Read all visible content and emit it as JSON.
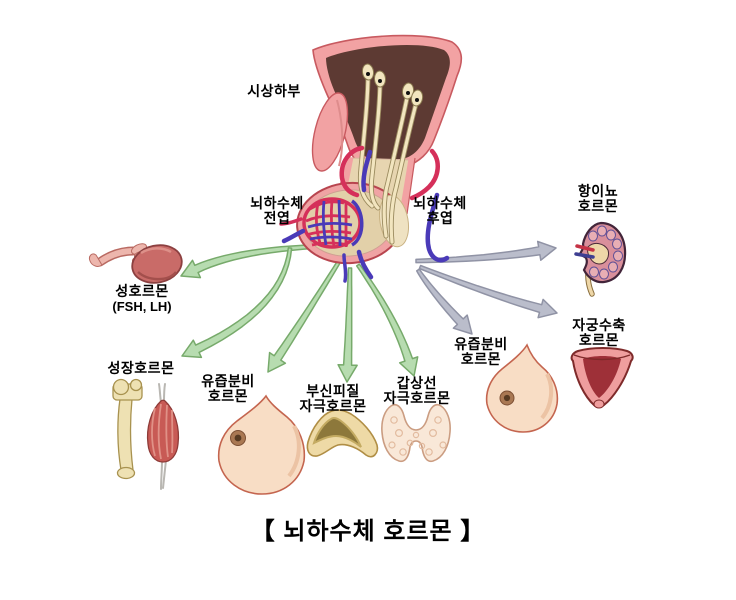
{
  "title": "【 뇌하수체 호르몬 】",
  "anatomy": {
    "hypothalamus": "시상하부",
    "anterior_pituitary": {
      "line1": "뇌하수체",
      "line2": "전엽"
    },
    "posterior_pituitary": {
      "line1": "뇌하수체",
      "line2": "후엽"
    }
  },
  "anterior_hormones": [
    {
      "name_line1": "성호르몬",
      "name_line2": "(FSH, LH)",
      "target_organ": "ovary"
    },
    {
      "name_line1": "성장호르몬",
      "name_line2": "",
      "target_organ": "bone-and-muscle"
    },
    {
      "name_line1": "유즙분비",
      "name_line2": "호르몬",
      "target_organ": "breast"
    },
    {
      "name_line1": "부신피질",
      "name_line2": "자극호르몬",
      "target_organ": "adrenal-gland"
    },
    {
      "name_line1": "갑상선",
      "name_line2": "자극호르몬",
      "target_organ": "thyroid-gland"
    }
  ],
  "posterior_hormones": [
    {
      "name_line1": "유즙분비",
      "name_line2": "호르몬",
      "target_organ": "breast"
    },
    {
      "name_line1": "항이뇨",
      "name_line2": "호르몬",
      "target_organ": "kidney"
    },
    {
      "name_line1": "자궁수축",
      "name_line2": "호르몬",
      "target_organ": "uterus"
    }
  ],
  "colors": {
    "background": "#ffffff",
    "text": "#000000",
    "anterior_arrow_fill": "#b7dcb0",
    "anterior_arrow_border": "#77aa6b",
    "posterior_arrow_fill": "#babdcb",
    "posterior_arrow_border": "#9093a5"
  }
}
